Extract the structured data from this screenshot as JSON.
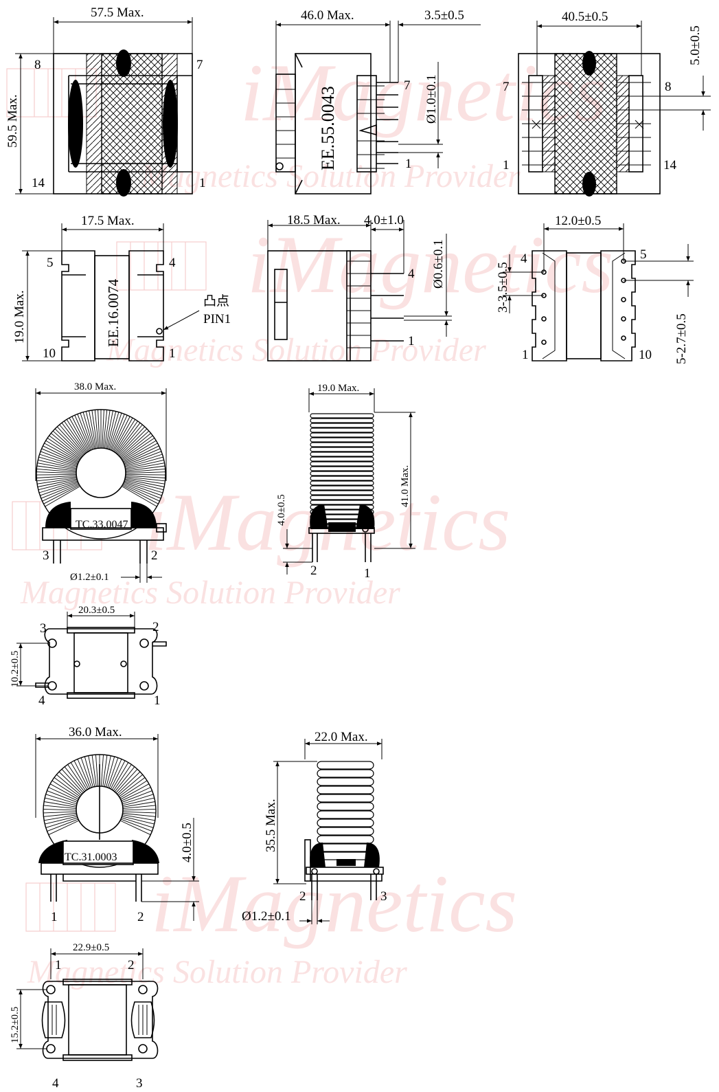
{
  "watermark": {
    "brand": "iMagnetics",
    "tagline": "Magnetics Solution Provider"
  },
  "ee55": {
    "front": {
      "width": "57.5 Max.",
      "height": "59.5 Max.",
      "pins": [
        "8",
        "7",
        "14",
        "1"
      ]
    },
    "side": {
      "width": "46.0 Max.",
      "pin_len": "3.5±0.5",
      "pin_dia": "Ø1.0±0.1",
      "part": "EE.55.0043",
      "pins": [
        "7",
        "1"
      ]
    },
    "bottom": {
      "width": "40.5±0.5",
      "pitch": "5.0±0.5",
      "pins": [
        "7",
        "8",
        "1",
        "14"
      ]
    }
  },
  "ee16": {
    "front": {
      "width": "17.5 Max.",
      "height": "19.0 Max.",
      "part": "EE.16.0074",
      "pin1_note_cn": "凸点",
      "pin1_note": "PIN1",
      "pins": [
        "5",
        "4",
        "10",
        "1"
      ]
    },
    "side": {
      "width": "18.5 Max.",
      "pin_len": "4.0±1.0",
      "pin_dia": "Ø0.6±0.1",
      "pins": [
        "4",
        "1"
      ]
    },
    "bottom": {
      "width": "12.0±0.5",
      "pitch_a": "3-3.5±0.5",
      "pitch_b": "5-2.7±0.5",
      "pins": [
        "4",
        "5",
        "1",
        "10"
      ]
    }
  },
  "tc33": {
    "front": {
      "width": "38.0 Max.",
      "part": "TC.33.0047",
      "pin_dia": "Ø1.2±0.1",
      "pins": [
        "3",
        "2"
      ]
    },
    "side": {
      "width": "19.0 Max.",
      "height": "41.0 Max.",
      "standoff": "4.0±0.5",
      "pins": [
        "2",
        "1"
      ]
    },
    "bottom": {
      "width": "20.3±0.5",
      "pitch": "10.2±0.5",
      "pins": [
        "3",
        "2",
        "4",
        "1"
      ]
    }
  },
  "tc31": {
    "front": {
      "width": "36.0 Max.",
      "part": "TC.31.0003",
      "standoff": "4.0±0.5",
      "pins": [
        "1",
        "2"
      ]
    },
    "side": {
      "width": "22.0 Max.",
      "height": "35.5 Max.",
      "pin_dia": "Ø1.2±0.1",
      "pins": [
        "2",
        "3"
      ]
    },
    "bottom": {
      "width": "22.9±0.5",
      "pitch": "15.2±0.5",
      "pins": [
        "1",
        "2",
        "4",
        "3"
      ]
    }
  }
}
